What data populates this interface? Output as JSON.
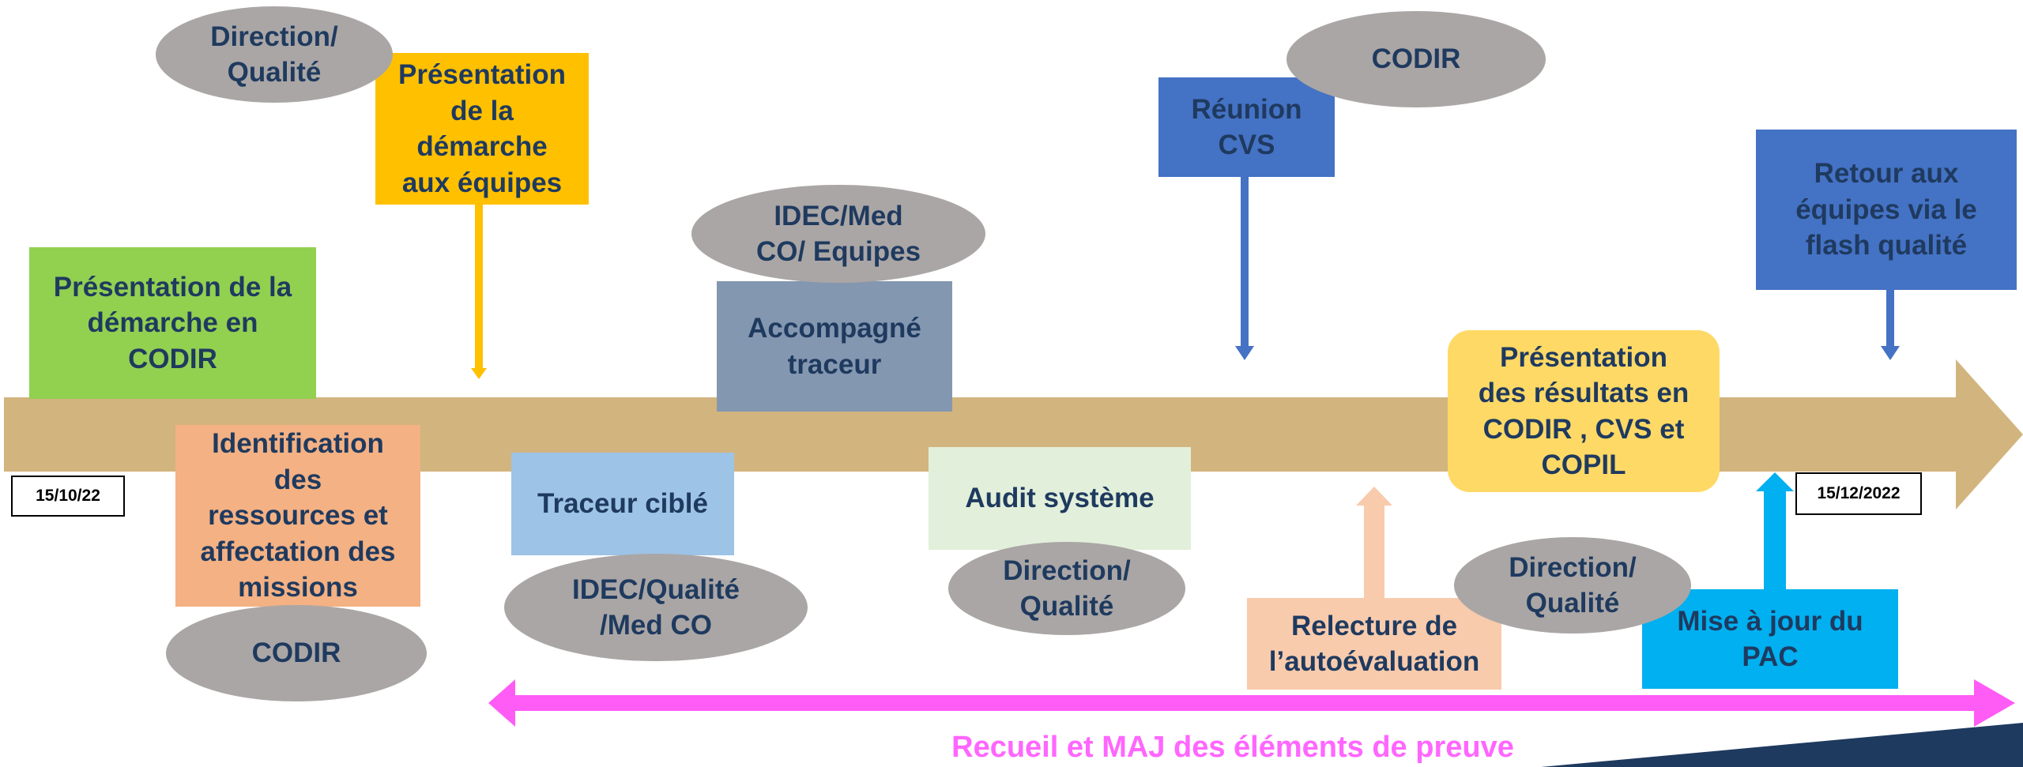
{
  "dates": {
    "start": "15/10/22",
    "end": "15/12/2022"
  },
  "colors": {
    "timeline": "#d2b47e",
    "pink_arrow": "#ff5cf5",
    "ellipse": "#aaa6a5",
    "text_dark": "#1f3a5f"
  },
  "boxes": {
    "presentation_codir": "Présentation de la\ndémarche en\nCODIR",
    "presentation_equipes": "Présentation\nde la\ndémarche\naux équipes",
    "identification": "Identification\ndes\nressources et\naffectation des\nmissions",
    "traceur_cible": "Traceur ciblé",
    "accompagne_traceur": "Accompagné\ntraceur",
    "audit_systeme": "Audit système",
    "reunion_cvs": "Réunion\nCVS",
    "relecture": "Relecture de\nl’autoévaluation",
    "presentation_resultats": "Présentation\ndes résultats en\nCODIR , CVS et\nCOPIL",
    "retour_equipes": "Retour aux\néquipes via le\nflash qualité",
    "mise_a_jour": "Mise à jour du\nPAC"
  },
  "ellipses": {
    "direction_qualite_1": "Direction/\nQualité",
    "codir_1": "CODIR",
    "idec_qualite": "IDEC/Qualité\n/Med CO",
    "idec_med": "IDEC/Med\nCO/ Equipes",
    "direction_qualite_2": "Direction/\nQualité",
    "codir_2": "CODIR",
    "direction_qualite_3": "Direction/\nQualité"
  },
  "bottom_label": "Recueil et MAJ des éléments de preuve"
}
